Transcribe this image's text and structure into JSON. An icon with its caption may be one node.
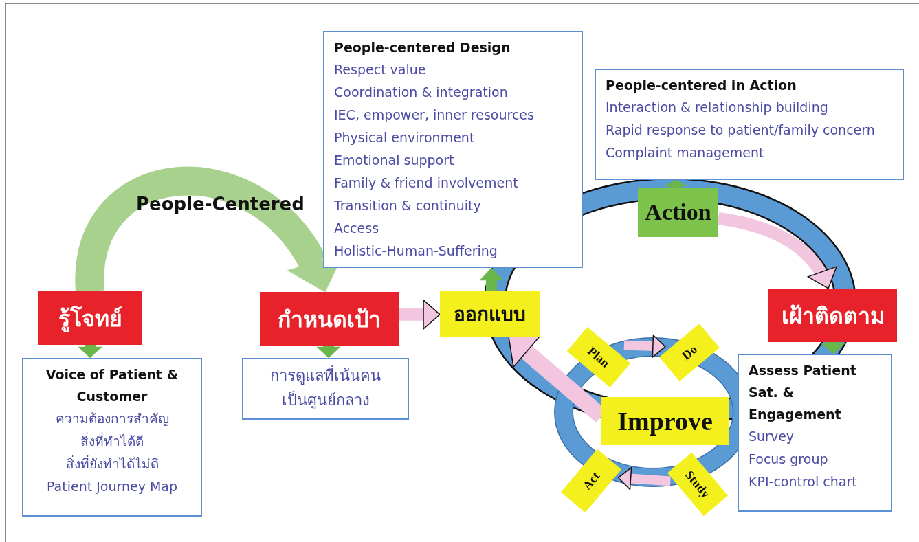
{
  "diagram": {
    "nodes": [
      {
        "text": [
          "รู้โจทย์"
        ]
      },
      {
        "text": [
          "Voice of Patient & Customer",
          "ความต้องการสำคัญ",
          "สิ่งที่ทำได้ดี",
          "สิ่งที่ยังทำได้ไม่ดี",
          "Patient Journey Map"
        ]
      },
      {
        "text": [
          "กำหนดเป้า"
        ]
      },
      {
        "text": [
          "การดูแลที่เน้นคนเป็นศูนย์กลาง"
        ]
      },
      {
        "text": [
          "ออกแบบ"
        ]
      },
      {
        "text": [
          "People-centered Design",
          "Respect value",
          "Coordination & integration",
          "IEC, empower, inner resources",
          "Physical environment",
          "Emotional support",
          "Family & friend involvement",
          "Transition & continuity",
          "Access",
          "Holistic-Human-Suffering"
        ]
      },
      {
        "text": [
          "Action"
        ]
      },
      {
        "text": [
          "People-centered in Action",
          "Interaction & relationship building",
          "Rapid response to patient/family concern",
          "Complaint management"
        ]
      },
      {
        "text": [
          "เฝ้าติดตาม"
        ]
      },
      {
        "text": [
          "Assess Patient Sat. & Engagement",
          "Survey",
          "Focus group",
          "KPI-control chart"
        ]
      },
      {
        "text": [
          "Improve"
        ]
      },
      {
        "text": [
          "Plan"
        ]
      },
      {
        "text": [
          "Do"
        ]
      },
      {
        "text": [
          "Study"
        ]
      },
      {
        "text": [
          "Act"
        ]
      }
    ],
    "edges": [
      {
        "from": 0,
        "to": 1,
        "arrow": "to",
        "color": "#6ab64a"
      },
      {
        "from": 2,
        "to": 3,
        "arrow": "to",
        "color": "#6ab64a"
      },
      {
        "from": 4,
        "to": 5,
        "arrow": "to",
        "color": "#6ab64a"
      },
      {
        "from": 6,
        "to": 7,
        "arrow": "to",
        "color": "#6ab64a"
      },
      {
        "from": 8,
        "to": 9,
        "arrow": "to",
        "color": "#6ab64a"
      },
      {
        "from": 0,
        "to": 2,
        "arrow": "to",
        "label": "People-Centered",
        "color": "#a9d18e"
      },
      {
        "from": 2,
        "to": 4,
        "arrow": "to",
        "color": "#f2c6de"
      },
      {
        "from": 6,
        "to": 8,
        "arrow": "to",
        "color": "#f2c6de"
      },
      {
        "from": 10,
        "to": 4,
        "arrow": "to",
        "color": "#f2c6de"
      },
      {
        "from": 11,
        "to": 12,
        "arrow": "to",
        "color": "#f2c6de"
      },
      {
        "from": 13,
        "to": 14,
        "arrow": "to",
        "color": "#f2c6de"
      }
    ]
  }
}
